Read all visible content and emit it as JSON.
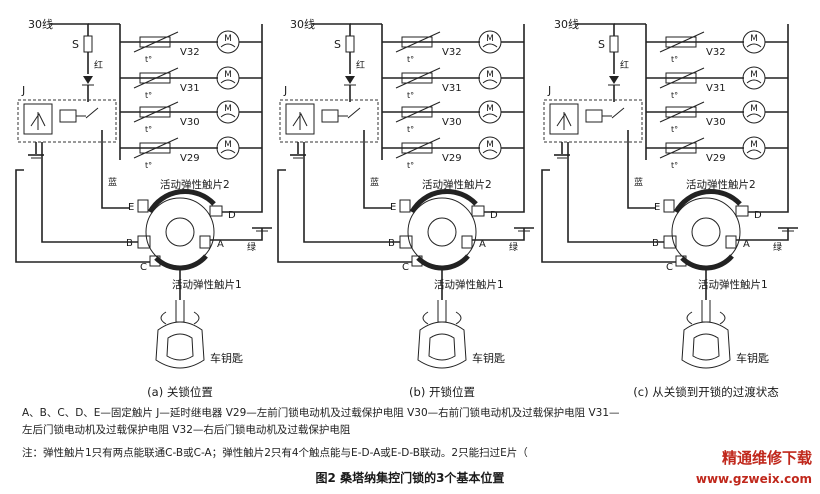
{
  "panels": [
    {
      "key": "a",
      "supply": "30线",
      "fuse": "S",
      "red": "红",
      "relay": "J",
      "blue": "蓝",
      "green": "绿",
      "spring2": "活动弹性触片2",
      "spring1": "活动弹性触片1",
      "contacts": {
        "A": "A",
        "B": "B",
        "C": "C",
        "D": "D",
        "E": "E"
      },
      "motors": [
        "V32",
        "V31",
        "V30",
        "V29"
      ],
      "temp": "t°",
      "motor_symbol": "M",
      "key_label": "车钥匙",
      "caption": "(a) 关锁位置"
    },
    {
      "key": "b",
      "supply": "30线",
      "fuse": "S",
      "red": "红",
      "relay": "J",
      "blue": "蓝",
      "green": "绿",
      "spring2": "活动弹性触片2",
      "spring1": "活动弹性触片1",
      "contacts": {
        "A": "A",
        "B": "B",
        "C": "C",
        "D": "D",
        "E": "E"
      },
      "motors": [
        "V32",
        "V31",
        "V30",
        "V29"
      ],
      "temp": "t°",
      "motor_symbol": "M",
      "key_label": "车钥匙",
      "caption": "(b) 开锁位置"
    },
    {
      "key": "c",
      "supply": "30线",
      "fuse": "S",
      "red": "红",
      "relay": "J",
      "blue": "蓝",
      "green": "绿",
      "spring2": "活动弹性触片2",
      "spring1": "活动弹性触片1",
      "contacts": {
        "A": "A",
        "B": "B",
        "C": "C",
        "D": "D",
        "E": "E"
      },
      "motors": [
        "V32",
        "V31",
        "V30",
        "V29"
      ],
      "temp": "t°",
      "motor_symbol": "M",
      "key_label": "车钥匙",
      "caption": "(c) 从关锁到开锁的过渡状态"
    }
  ],
  "legend_line1": "A、B、C、D、E—固定触片   J—延时继电器   V29—左前门锁电动机及过载保护电阻   V30—右前门锁电动机及过载保护电阻   V31—",
  "legend_line2": "左后门锁电动机及过载保护电阻   V32—右后门锁电动机及过载保护电阻",
  "note": "注：弹性触片1只有两点能联通C-B或C-A；弹性触片2只有4个触点能与E-D-A或E-D-B联动。2只能扫过E片（",
  "figure_title": "图2   桑塔纳集控门锁的3个基本位置",
  "watermark_cn": "精通维修下载",
  "watermark_url": "www.gzweix.com",
  "colors": {
    "ink": "#1a1a1a",
    "watermark": "#c0281c"
  }
}
